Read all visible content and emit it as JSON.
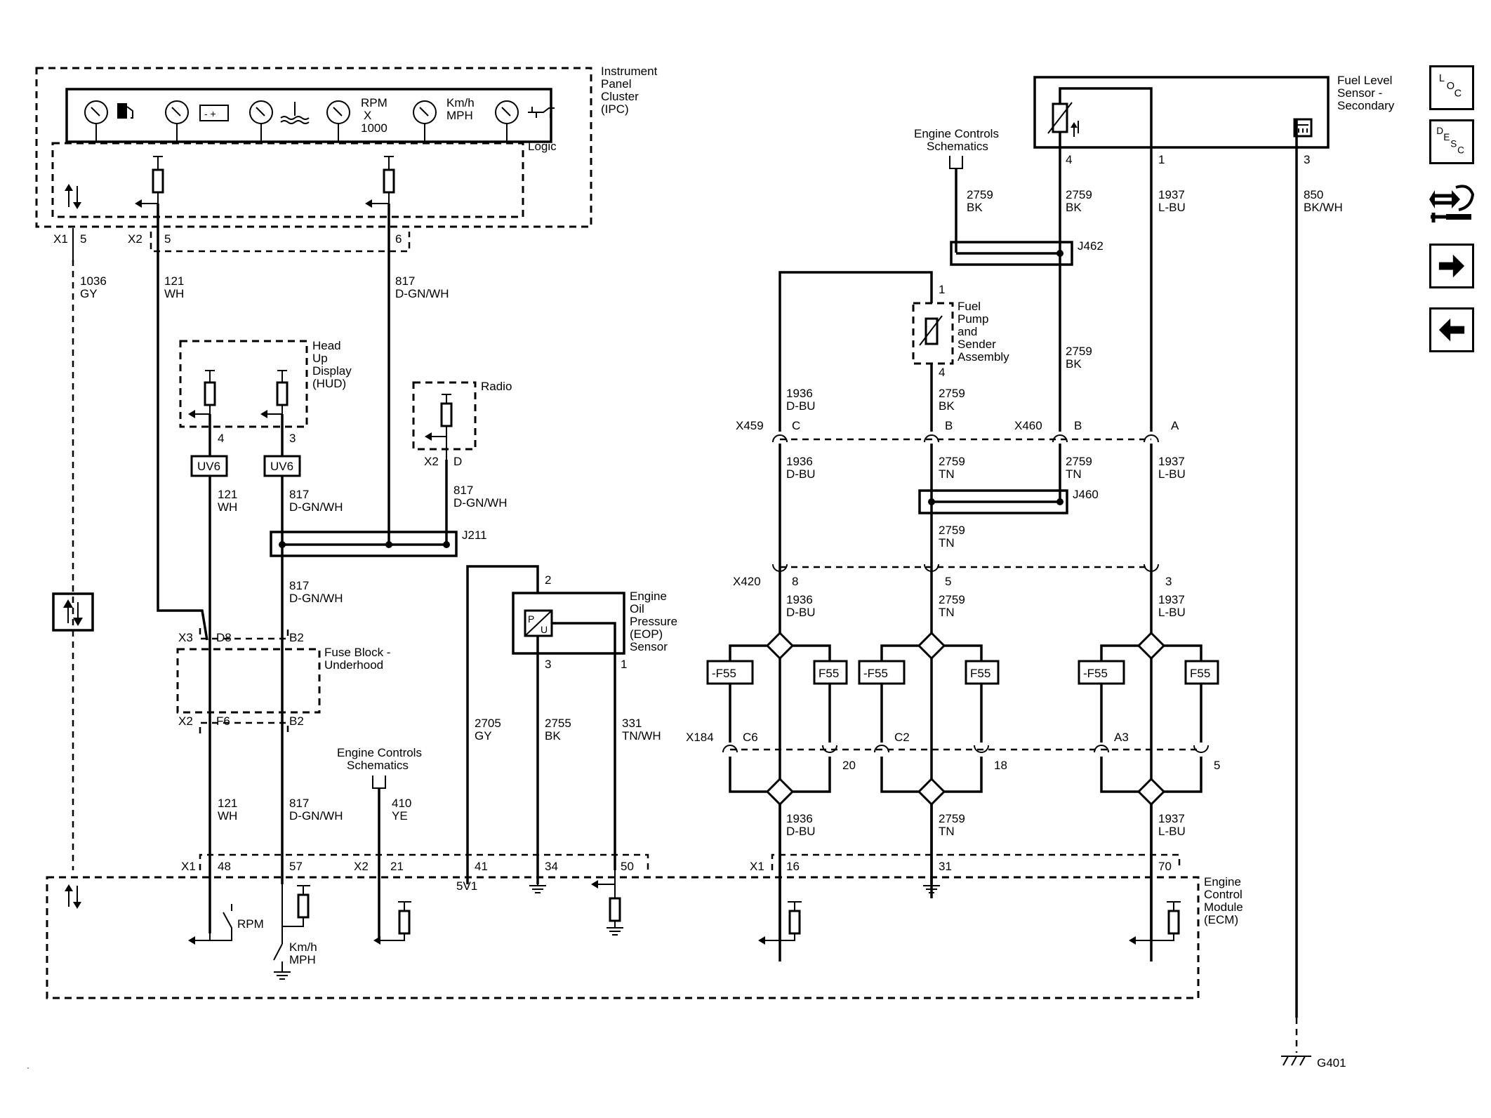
{
  "components": {
    "ipc": "Instrument Panel Cluster (IPC)",
    "logic": "Logic",
    "rpm_gauge": "RPM X 1000",
    "kmh_gauge": "Km/h MPH",
    "hud": "Head Up Display (HUD)",
    "radio": "Radio",
    "fuel_level_sensor": "Fuel Level Sensor - Secondary",
    "fuel_pump": "Fuel Pump and Sender Assembly",
    "ecs_top": "Engine Controls Schematics",
    "ecs_bottom": "Engine Controls Schematics",
    "eop": "Engine Oil Pressure (EOP) Sensor",
    "fuse_block": "Fuse Block - Underhood",
    "ecm": "Engine Control Module (ECM)",
    "ecm_rpm": "RPM",
    "ecm_kmh": "Km/h MPH",
    "ecm_5v": "5V1",
    "ground": "G401"
  },
  "connectors": {
    "x1": "X1",
    "x2": "X2",
    "x3": "X3",
    "x459": "X459",
    "x460": "X460",
    "x420": "X420",
    "x184": "X184",
    "j462": "J462",
    "j460": "J460",
    "j211": "J211",
    "uv6": "UV6",
    "f55": "F55",
    "neg_f55": "-F55"
  },
  "pins": {
    "ipc_x1": "5",
    "ipc_x2_a": "5",
    "ipc_x2_b": "6",
    "hud_a": "4",
    "hud_b": "3",
    "radio": "D",
    "fuse_d8": "D8",
    "fuse_b2_top": "B2",
    "fuse_f6": "F6",
    "fuse_b2_bot": "B2",
    "fls_4": "4",
    "fls_1": "1",
    "fls_3": "3",
    "pump_1": "1",
    "pump_4": "4",
    "x459_c": "C",
    "x459_b": "B",
    "x460_b": "B",
    "x460_a": "A",
    "x420_8": "8",
    "x420_5": "5",
    "x420_3": "3",
    "eop_2": "2",
    "eop_3": "3",
    "eop_1": "1",
    "x184_c6": "C6",
    "x184_20": "20",
    "x184_c2": "C2",
    "x184_18": "18",
    "x184_a3": "A3",
    "x184_5": "5",
    "ecm_48": "48",
    "ecm_57": "57",
    "ecm_21": "21",
    "ecm_41": "41",
    "ecm_34": "34",
    "ecm_50": "50",
    "ecm_16": "16",
    "ecm_31": "31",
    "ecm_70": "70"
  },
  "wires": {
    "w1036": [
      "1036",
      "GY"
    ],
    "w121": [
      "121",
      "WH"
    ],
    "w817": [
      "817",
      "D-GN/WH"
    ],
    "w410": [
      "410",
      "YE"
    ],
    "w2705": [
      "2705",
      "GY"
    ],
    "w2755": [
      "2755",
      "BK"
    ],
    "w331": [
      "331",
      "TN/WH"
    ],
    "w2759bk": [
      "2759",
      "BK"
    ],
    "w2759tn": [
      "2759",
      "TN"
    ],
    "w1936": [
      "1936",
      "D-BU"
    ],
    "w1937": [
      "1937",
      "L-BU"
    ],
    "w850": [
      "850",
      "BK/WH"
    ]
  },
  "icons": [
    "fuel-gauge-icon",
    "battery-gauge-icon",
    "coolant-temp-icon",
    "oil-pressure-icon",
    "loc-icon",
    "desc-icon",
    "connector-icon",
    "next-arrow-icon",
    "prev-arrow-icon"
  ],
  "nav": {
    "loc_l": "L",
    "loc_o": "O",
    "loc_c": "C",
    "desc_d": "D",
    "desc_e": "E",
    "desc_s": "S",
    "desc_c": "C"
  }
}
